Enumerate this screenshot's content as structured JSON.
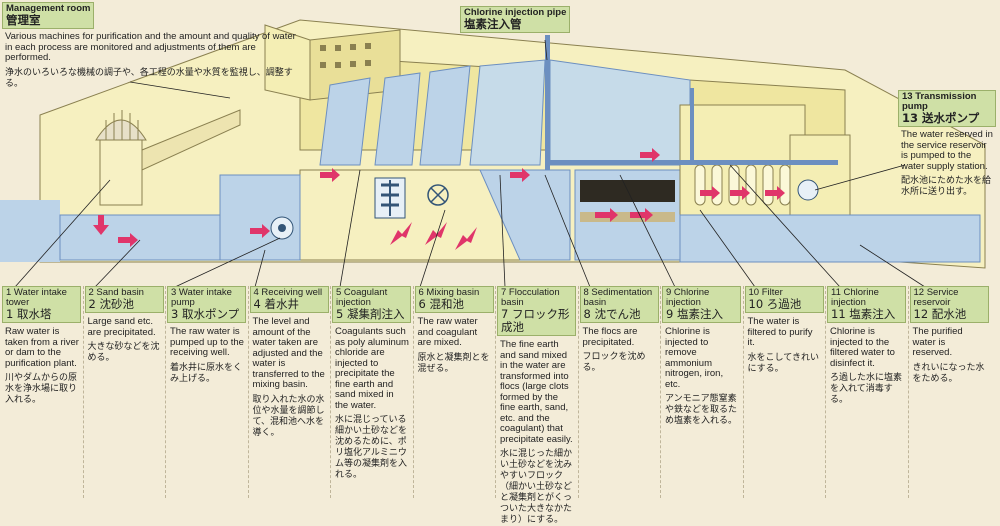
{
  "colors": {
    "water": "#bcd3e8",
    "wall": "#f4eeb4",
    "wall_dark": "#d9d08a",
    "pipe": "#6c8fc0",
    "arrow": "#e0356a",
    "label_bg": "#cfe0a6",
    "bg": "#f3ecd8"
  },
  "management": {
    "title_en": "Management room",
    "title_jp": "管理室",
    "desc_en": "Various machines for purification and the amount and quality of water in each process are monitored and adjustments of them are performed.",
    "desc_jp": "浄水のいろいろな機械の調子や、各工程の水量や水質を監視し、調整する。"
  },
  "chlorine_pipe": {
    "title_en": "Chlorine injection pipe",
    "title_jp": "塩素注入管"
  },
  "transmission": {
    "title_en": "13 Transmission pump",
    "title_jp": "13 送水ポンプ",
    "desc_en": "The water reserved in the service reservoir is pumped to the water supply station.",
    "desc_jp": "配水池にためた水を給水所に送り出す。"
  },
  "steps": [
    {
      "en_title": "1 Water intake tower",
      "jp_title": "1 取水塔",
      "en": "Raw water is taken from a river or dam to the purification plant.",
      "ja": "川やダムからの原水を浄水場に取り入れる。"
    },
    {
      "en_title": "2 Sand basin",
      "jp_title": "2 沈砂池",
      "en": "Large sand etc. are precipitated.",
      "ja": "大きな砂などを沈める。"
    },
    {
      "en_title": "3 Water intake pump",
      "jp_title": "3 取水ポンプ",
      "en": "The raw water is pumped up to the receiving well.",
      "ja": "着水井に原水をくみ上げる。"
    },
    {
      "en_title": "4 Receiving well",
      "jp_title": "4 着水井",
      "en": "The level and amount of the water taken are adjusted and the water is transferred to the mixing basin.",
      "ja": "取り入れた水の水位や水量を調節して、混和池へ水を導く。"
    },
    {
      "en_title": "5 Coagulant injection",
      "jp_title": "5 凝集剤注入",
      "en": "Coagulants such as poly aluminum chloride are injected to precipitate the fine earth and sand mixed in the water.",
      "ja": "水に混じっている細かい土砂などを沈めるために、ポリ塩化アルミニウム等の凝集剤を入れる。"
    },
    {
      "en_title": "6 Mixing basin",
      "jp_title": "6 混和池",
      "en": "The raw water and coagulant are mixed.",
      "ja": "原水と凝集剤とを混ぜる。"
    },
    {
      "en_title": "7 Flocculation basin",
      "jp_title": "7 フロック形成池",
      "en": "The fine earth and sand mixed in the water are transformed into flocs (large clots formed by the fine earth, sand, etc. and the coagulant) that precipitate easily.",
      "ja": "水に混じった細かい土砂などを沈みやすいフロック（細かい土砂などと凝集剤とがくっついた大きなかたまり）にする。"
    },
    {
      "en_title": "8 Sedimentation basin",
      "jp_title": "8 沈でん池",
      "en": "The flocs are precipitated.",
      "ja": "フロックを沈める。"
    },
    {
      "en_title": "9 Chlorine injection",
      "jp_title": "9 塩素注入",
      "en": "Chlorine is injected to remove ammonium nitrogen, iron, etc.",
      "ja": "アンモニア態窒素や鉄などを取るため塩素を入れる。"
    },
    {
      "en_title": "10 Filter",
      "jp_title": "10 ろ過池",
      "en": "The water is filtered to purify it.",
      "ja": "水をこしてきれいにする。"
    },
    {
      "en_title": "11 Chlorine injection",
      "jp_title": "11 塩素注入",
      "en": "Chlorine is injected to the filtered water to disinfect it.",
      "ja": "ろ過した水に塩素を入れて消毒する。"
    },
    {
      "en_title": "12 Service reservoir",
      "jp_title": "12 配水池",
      "en": "The purified water is reserved.",
      "ja": "きれいになった水をためる。"
    }
  ]
}
